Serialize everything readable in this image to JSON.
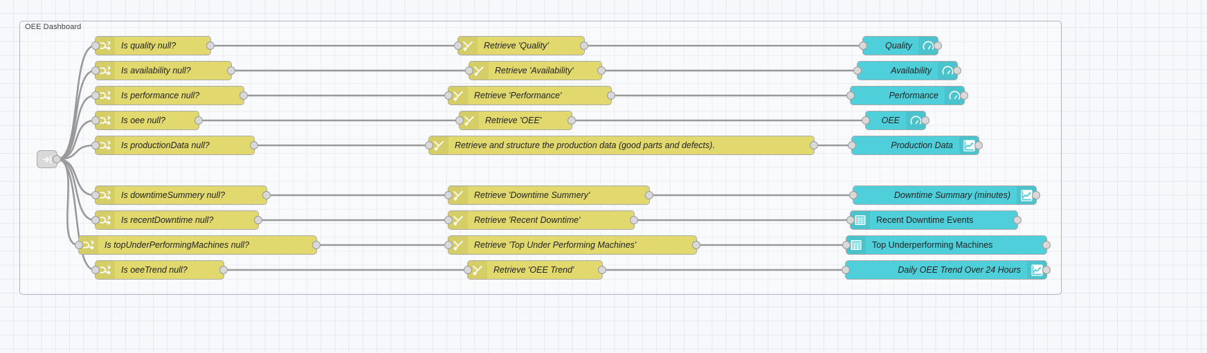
{
  "editor": {
    "background": "#f7f8fb",
    "grid_color": "#e4e7ef",
    "wire_color": "#999999"
  },
  "group": {
    "label": "OEE Dashboard",
    "border_color": "#b0b4bd"
  },
  "palette": {
    "switch_node_color": "#e2d96e",
    "change_node_color": "#e2d96e",
    "dashboard_node_color": "#4fcfd9",
    "link_node_color": "#d9d9d9"
  },
  "source_node": {
    "name": "link-in-node",
    "icon": "link-in-icon",
    "label": ""
  },
  "columns": {
    "switch_header": "switch",
    "change_header": "change",
    "dashboard_header": "dashboard"
  },
  "rows": [
    {
      "switch": {
        "label": "Is quality null?",
        "icon": "switch-icon"
      },
      "change": {
        "label": "Retrieve 'Quality'",
        "icon": "change-icon"
      },
      "dashboard": {
        "label": "Quality",
        "icon": "gauge-icon",
        "icon_side": "right",
        "widget": "gauge"
      }
    },
    {
      "switch": {
        "label": "Is availability null?",
        "icon": "switch-icon"
      },
      "change": {
        "label": "Retrieve 'Availability'",
        "icon": "change-icon"
      },
      "dashboard": {
        "label": "Availability",
        "icon": "gauge-icon",
        "icon_side": "right",
        "widget": "gauge"
      }
    },
    {
      "switch": {
        "label": "Is performance null?",
        "icon": "switch-icon"
      },
      "change": {
        "label": "Retrieve 'Performance'",
        "icon": "change-icon"
      },
      "dashboard": {
        "label": "Performance",
        "icon": "gauge-icon",
        "icon_side": "right",
        "widget": "gauge"
      }
    },
    {
      "switch": {
        "label": "Is oee null?",
        "icon": "switch-icon"
      },
      "change": {
        "label": "Retrieve 'OEE'",
        "icon": "change-icon"
      },
      "dashboard": {
        "label": "OEE",
        "icon": "gauge-icon",
        "icon_side": "right",
        "widget": "gauge"
      }
    },
    {
      "switch": {
        "label": "Is productionData null?",
        "icon": "switch-icon"
      },
      "change": {
        "label": "Retrieve and structure the production data (good parts and defects).",
        "icon": "change-icon"
      },
      "dashboard": {
        "label": "Production Data",
        "icon": "chart-icon",
        "icon_side": "right",
        "widget": "chart"
      }
    },
    {
      "switch": {
        "label": "Is downtimeSummery null?",
        "icon": "switch-icon"
      },
      "change": {
        "label": "Retrieve 'Downtime Summery'",
        "icon": "change-icon"
      },
      "dashboard": {
        "label": "Downtime Summary (minutes)",
        "icon": "chart-icon",
        "icon_side": "right",
        "widget": "chart"
      }
    },
    {
      "switch": {
        "label": "Is recentDowntime null?",
        "icon": "switch-icon"
      },
      "change": {
        "label": "Retrieve 'Recent Downtime'",
        "icon": "change-icon"
      },
      "dashboard": {
        "label": "Recent Downtime Events",
        "icon": "table-icon",
        "icon_side": "left",
        "widget": "table"
      }
    },
    {
      "switch": {
        "label": "Is topUnderPerformingMachines null?",
        "icon": "switch-icon"
      },
      "change": {
        "label": "Retrieve 'Top Under Performing Machines'",
        "icon": "change-icon"
      },
      "dashboard": {
        "label": "Top Underperforming Machines",
        "icon": "table-icon",
        "icon_side": "left",
        "widget": "table"
      }
    },
    {
      "switch": {
        "label": "Is oeeTrend null?",
        "icon": "switch-icon"
      },
      "change": {
        "label": "Retrieve 'OEE Trend'",
        "icon": "change-icon"
      },
      "dashboard": {
        "label": "Daily OEE Trend Over 24 Hours",
        "icon": "chart-icon",
        "icon_side": "right",
        "widget": "chart"
      }
    }
  ]
}
